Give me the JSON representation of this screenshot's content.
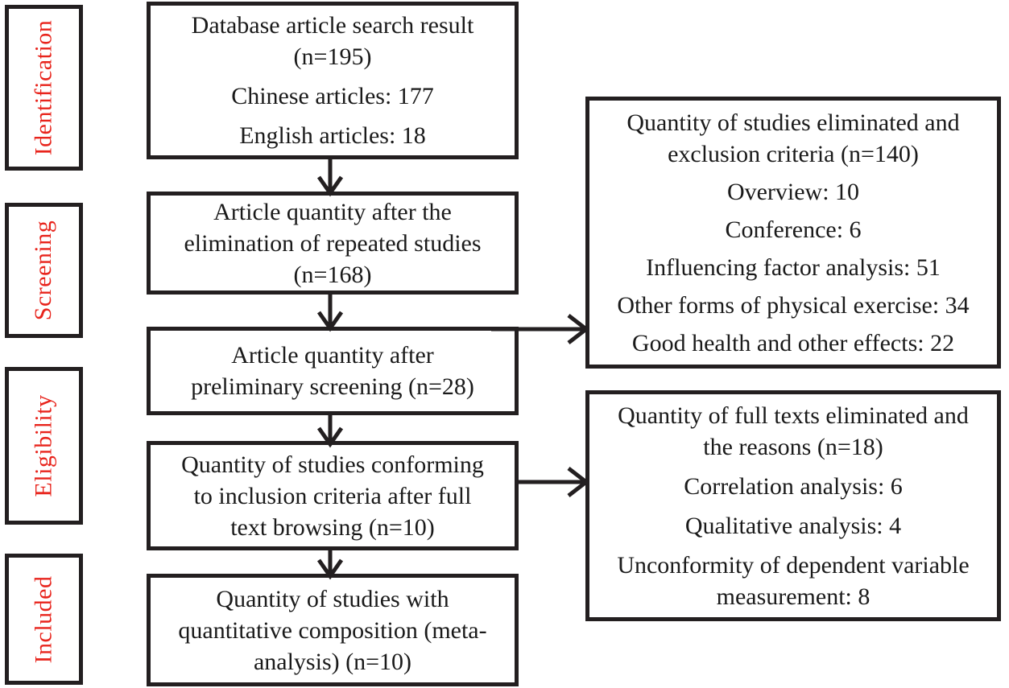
{
  "diagram": {
    "title": "PRISMA study selection flow diagram",
    "accent_color": "#e8241c",
    "border_color": "#231f20",
    "text_color": "#1a1a1a",
    "background": "#ffffff"
  },
  "stages": [
    {
      "id": "identification",
      "label": "Identification"
    },
    {
      "id": "screening",
      "label": "Screening"
    },
    {
      "id": "eligibility",
      "label": "Eligibility"
    },
    {
      "id": "included",
      "label": "Included"
    }
  ],
  "flow": [
    {
      "id": "database-search",
      "lines": [
        "Database article search result",
        "(n=195)",
        "Chinese articles: 177",
        "English articles: 18"
      ]
    },
    {
      "id": "after-duplicate-removal",
      "lines": [
        "Article quantity after the",
        "elimination of repeated studies",
        "(n=168)"
      ]
    },
    {
      "id": "after-preliminary-screening",
      "lines": [
        "Article quantity after",
        "preliminary screening (n=28)"
      ]
    },
    {
      "id": "meeting-inclusion-criteria",
      "lines": [
        "Quantity of studies conforming",
        "to inclusion criteria after full",
        "text browsing (n=10)"
      ]
    },
    {
      "id": "included-in-meta-analysis",
      "lines": [
        "Quantity of studies with",
        "quantitative composition (meta-",
        "analysis) (n=10)"
      ]
    }
  ],
  "exclusions": [
    {
      "id": "records-excluded",
      "lines": [
        "Quantity of studies eliminated and",
        "exclusion criteria (n=140)",
        "Overview: 10",
        "Conference: 6",
        "Influencing factor analysis: 51",
        "Other forms of physical exercise: 34",
        "Good health and other effects: 22"
      ]
    },
    {
      "id": "full-texts-excluded",
      "lines": [
        "Quantity of full texts eliminated and",
        "the reasons (n=18)",
        "Correlation analysis: 6",
        "Qualitative analysis: 4",
        "Unconformity of dependent variable",
        "measurement: 8"
      ]
    }
  ]
}
